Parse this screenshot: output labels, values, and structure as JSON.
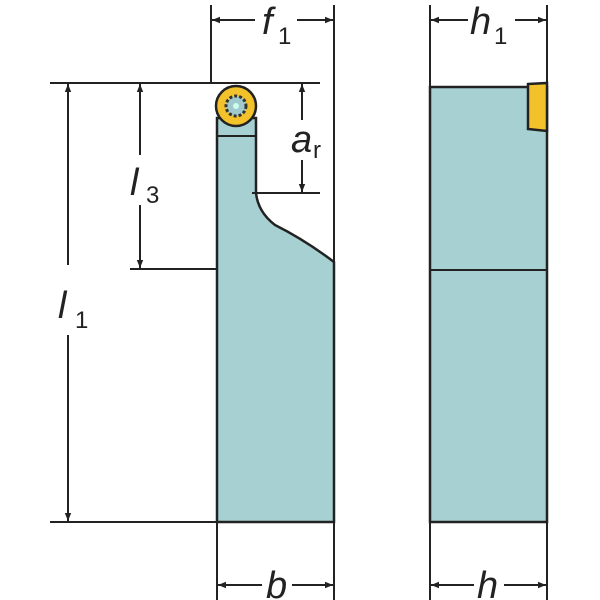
{
  "colors": {
    "body": "#a6d0d1",
    "insert": "#f3c22b",
    "outline": "#222222"
  },
  "labels": {
    "f1": {
      "main": "f",
      "sub": "1"
    },
    "h1": {
      "main": "h",
      "sub": "1"
    },
    "ar": {
      "main": "a",
      "sub": "r"
    },
    "l3": {
      "main": "l",
      "sub": "3"
    },
    "l1": {
      "main": "l",
      "sub": "1"
    },
    "b": {
      "main": "b"
    },
    "h": {
      "main": "h"
    }
  }
}
